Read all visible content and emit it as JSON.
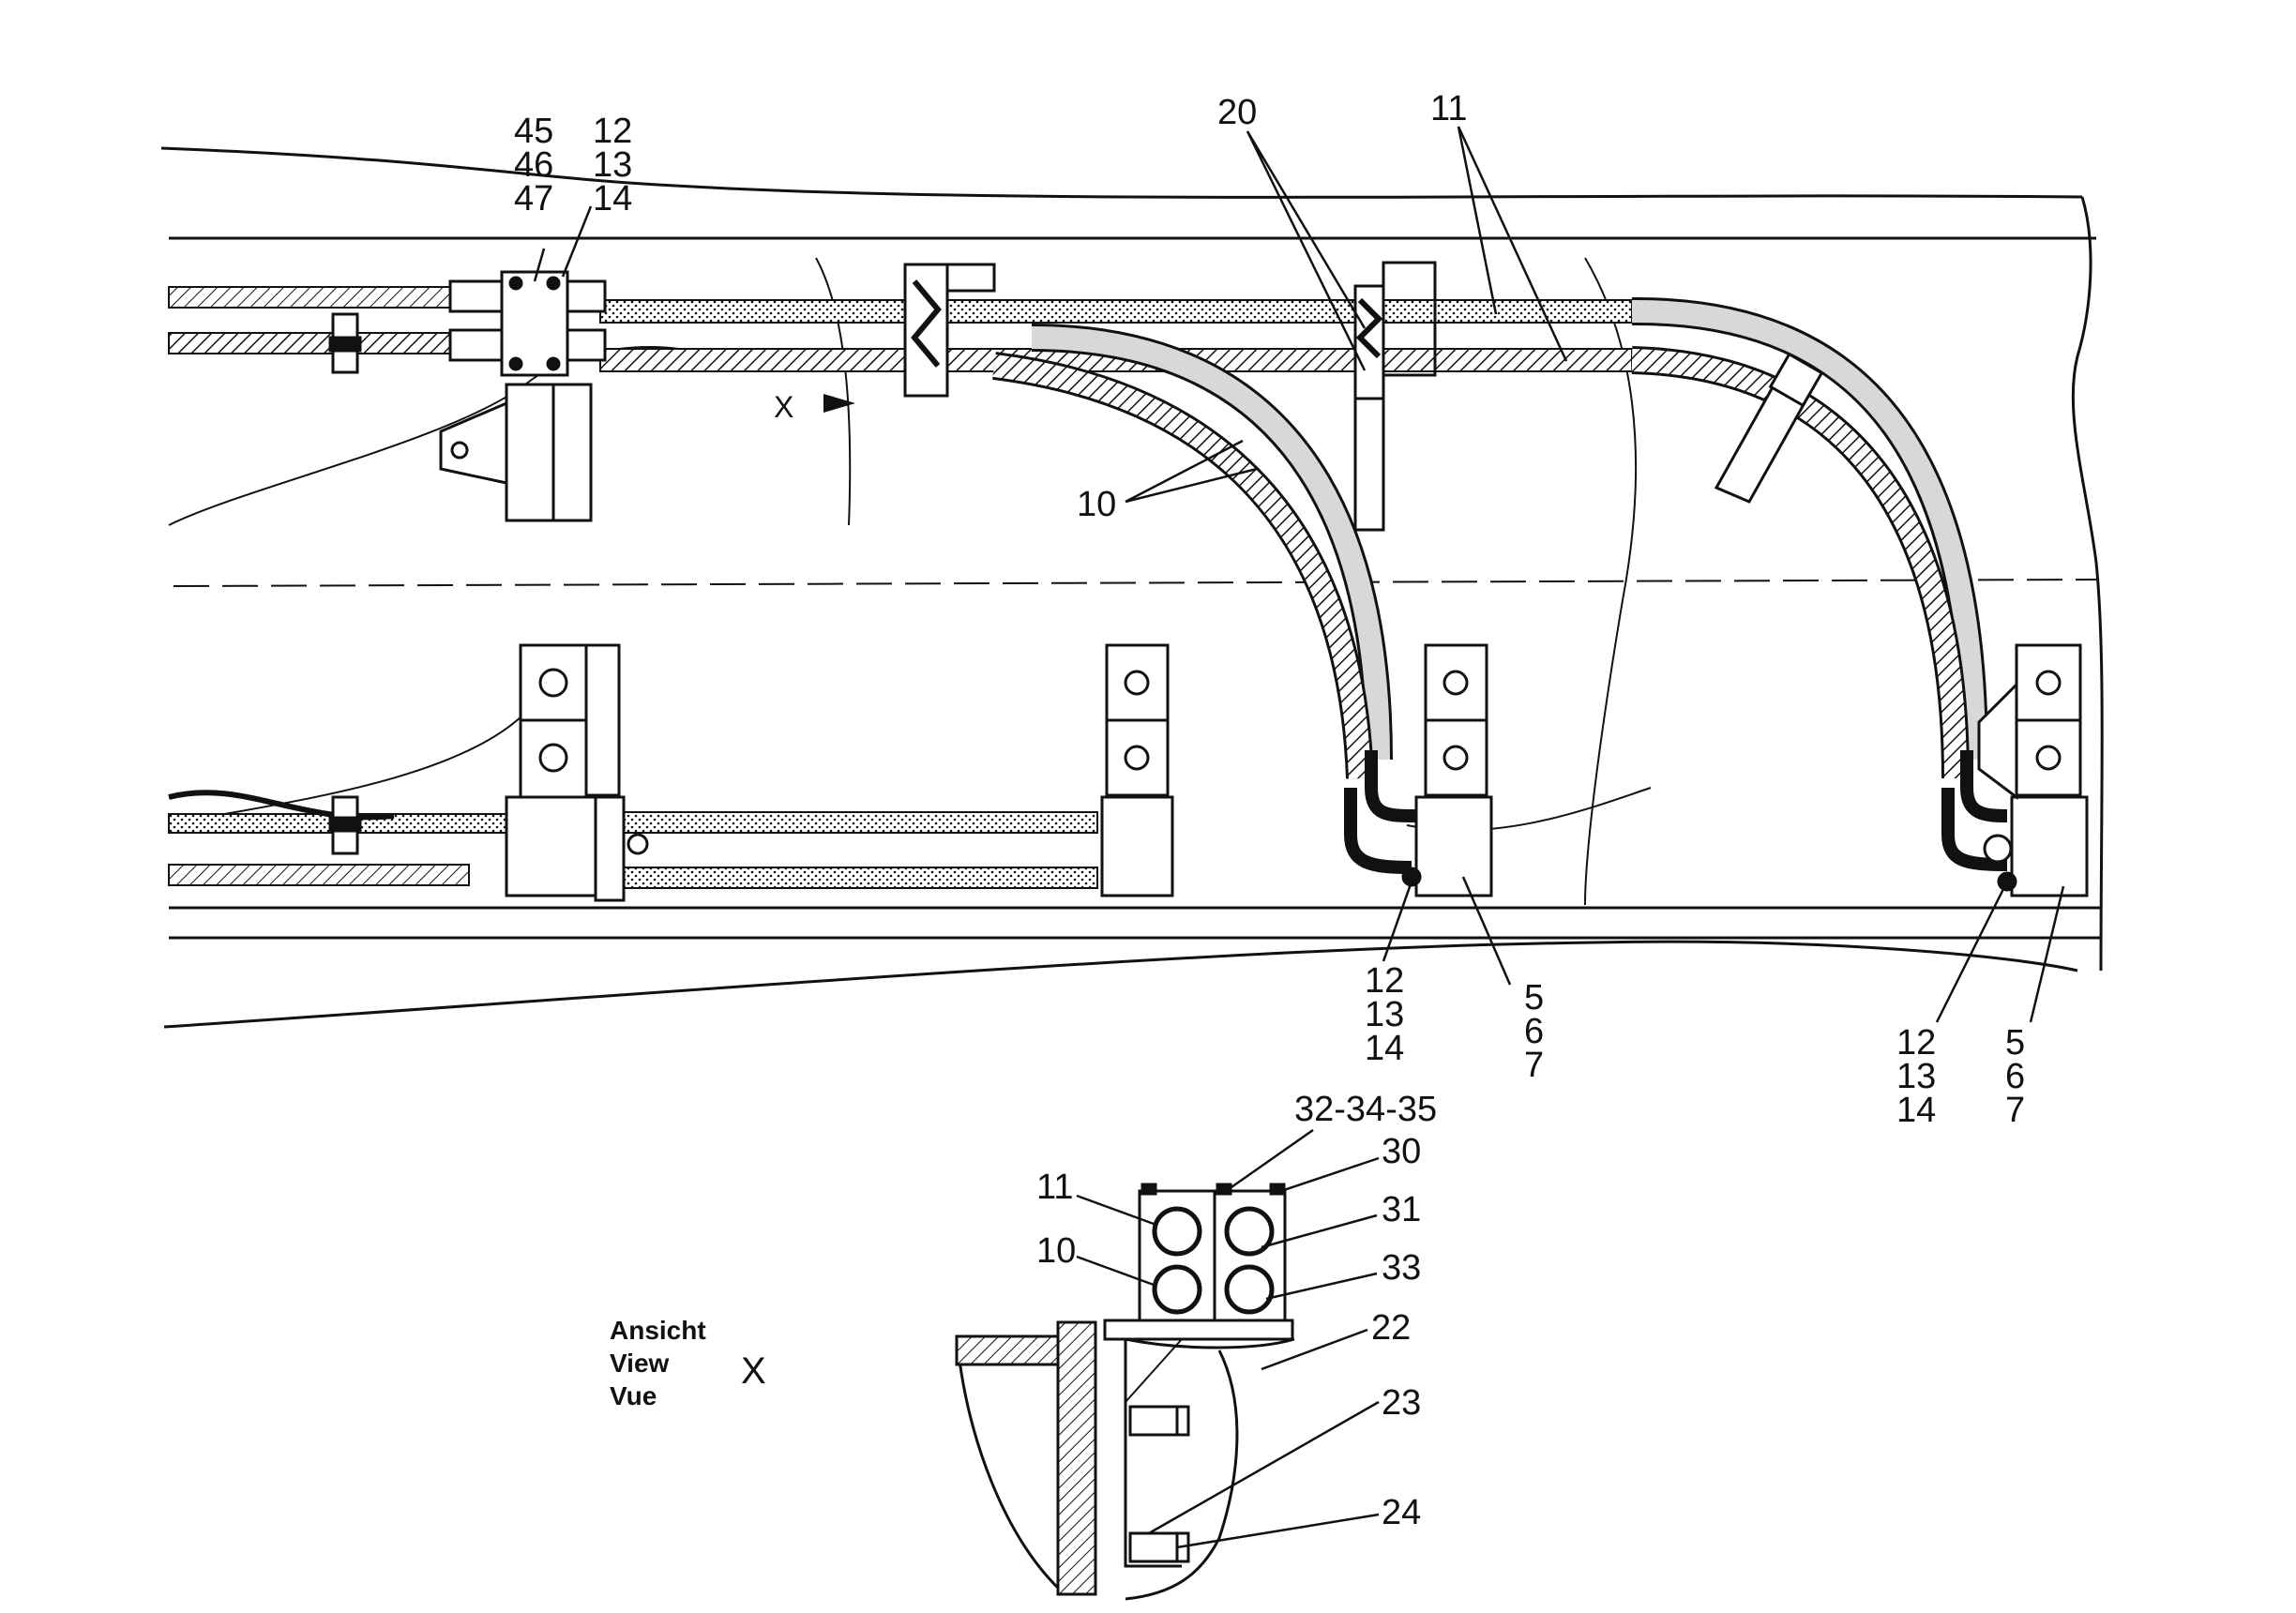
{
  "colors": {
    "ink": "#111111",
    "paper": "#ffffff",
    "hose_fill": "#d8d8d8"
  },
  "callouts": {
    "group_45_46_47": [
      "45",
      "46",
      "47"
    ],
    "group_12_13_14_top": [
      "12",
      "13",
      "14"
    ],
    "item_20": "20",
    "item_11_top": "11",
    "item_10_main": "10",
    "view_marker": "X",
    "group_12_13_14_mid": [
      "12",
      "13",
      "14"
    ],
    "group_5_6_7_mid": [
      "5",
      "6",
      "7"
    ],
    "group_12_13_14_right": [
      "12",
      "13",
      "14"
    ],
    "group_5_6_7_right": [
      "5",
      "6",
      "7"
    ],
    "item_32_34_35": "32-34-35",
    "item_30": "30",
    "item_31": "31",
    "item_33": "33",
    "item_11_detail": "11",
    "item_10_detail": "10",
    "item_22": "22",
    "item_23": "23",
    "item_24": "24"
  },
  "view_caption": {
    "lines": [
      "Ansicht",
      "View",
      "Vue"
    ],
    "letter": "X"
  }
}
